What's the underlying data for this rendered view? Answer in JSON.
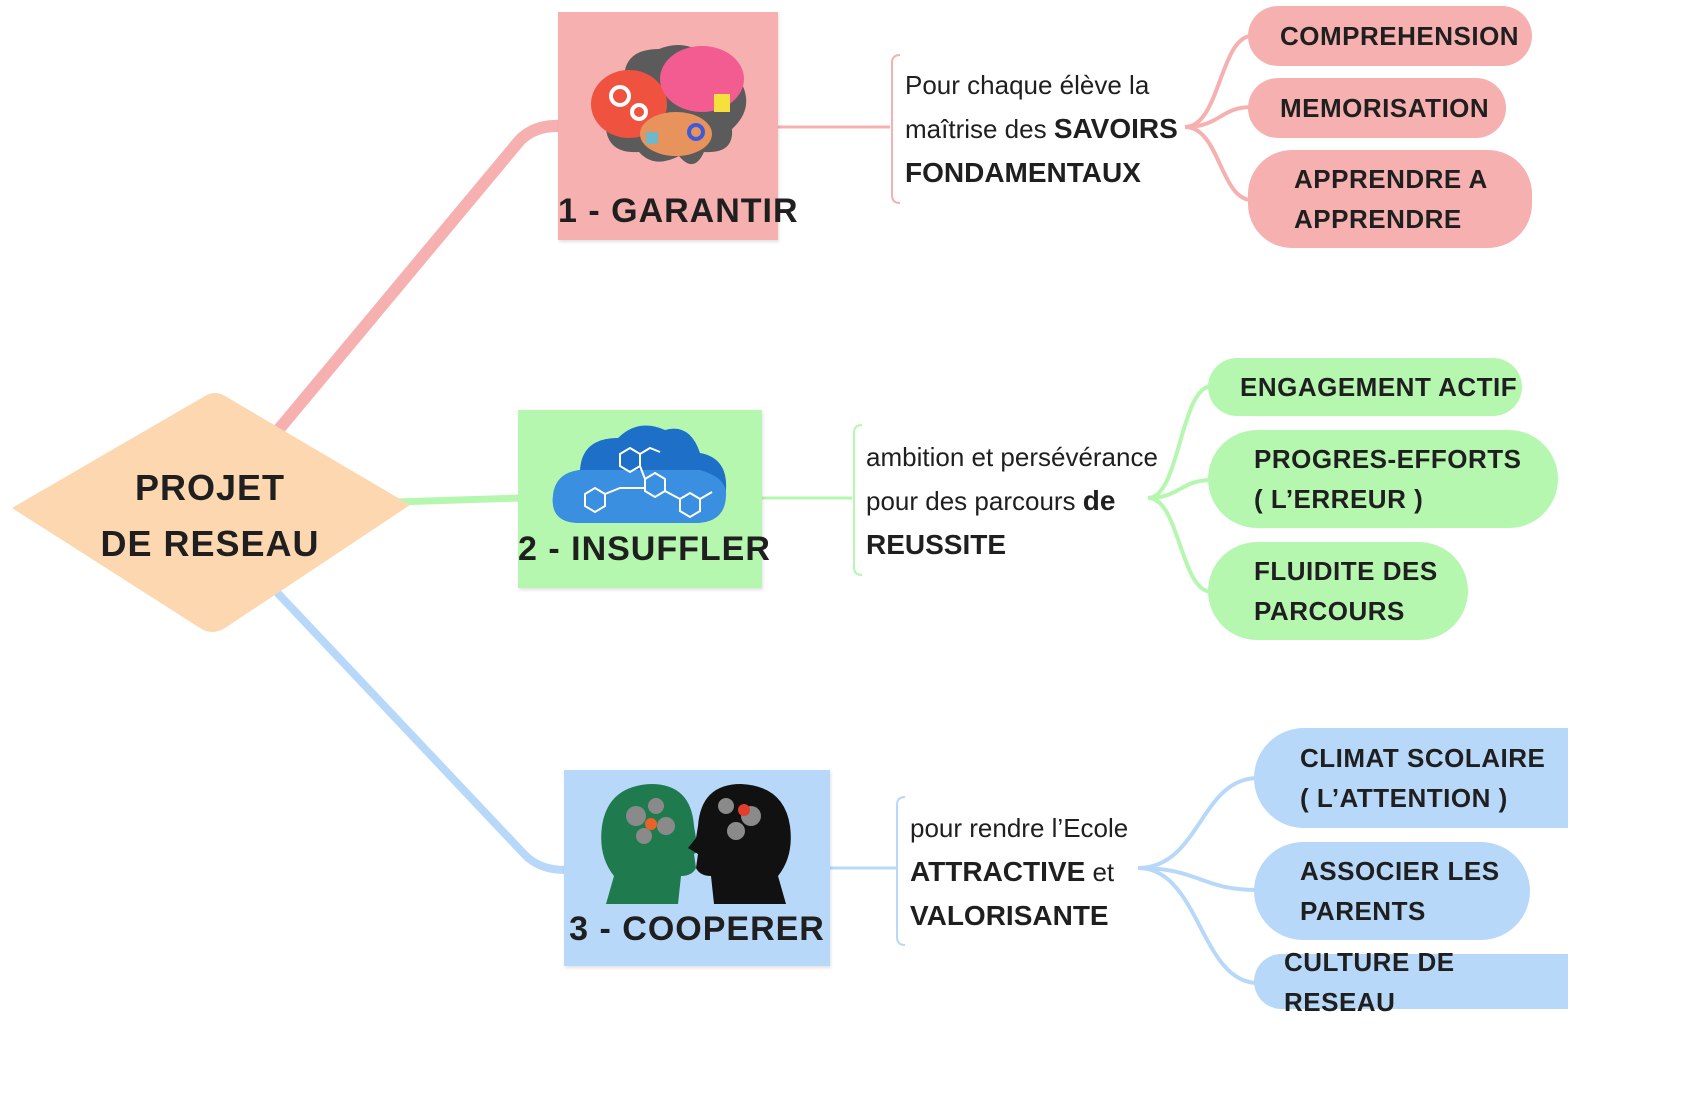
{
  "center": {
    "line1": "PROJET",
    "line2": "DE RESEAU"
  },
  "colors": {
    "pink": "#f7b0b0",
    "green": "#b6f7b0",
    "blue": "#b8d8fa",
    "center": "#fcd7af"
  },
  "branches": [
    {
      "label": "1 - GARANTIR",
      "icon": "brain-tools-icon",
      "desc": {
        "l1": "Pour chaque élève la",
        "l2a": "maîtrise des ",
        "l2b": "SAVOIRS",
        "l3": "FONDAMENTAUX"
      },
      "leaves": [
        {
          "l1": "COMPREHENSION"
        },
        {
          "l1": "MEMORISATION"
        },
        {
          "l1": "APPRENDRE A",
          "l2": "APPRENDRE"
        }
      ]
    },
    {
      "label": "2 - INSUFFLER",
      "icon": "molecule-cloud-icon",
      "desc": {
        "l1": "ambition et persévérance",
        "l2a": "pour des parcours ",
        "l2b": "de",
        "l3": "REUSSITE"
      },
      "leaves": [
        {
          "l1": "ENGAGEMENT ACTIF"
        },
        {
          "l1": "PROGRES-EFFORTS",
          "l2": "( L’ERREUR )"
        },
        {
          "l1": "FLUIDITE DES",
          "l2": "PARCOURS"
        }
      ]
    },
    {
      "label": "3 - COOPERER",
      "icon": "two-heads-gears-icon",
      "desc": {
        "l1": "pour rendre l’Ecole",
        "l2a": "ATTRACTIVE",
        "l2b": " et",
        "l3": "VALORISANTE"
      },
      "leaves": [
        {
          "l1": "CLIMAT SCOLAIRE",
          "l2": "( L’ATTENTION )"
        },
        {
          "l1": "ASSOCIER LES",
          "l2": "PARENTS"
        },
        {
          "l1": "CULTURE DE RESEAU"
        }
      ]
    }
  ]
}
